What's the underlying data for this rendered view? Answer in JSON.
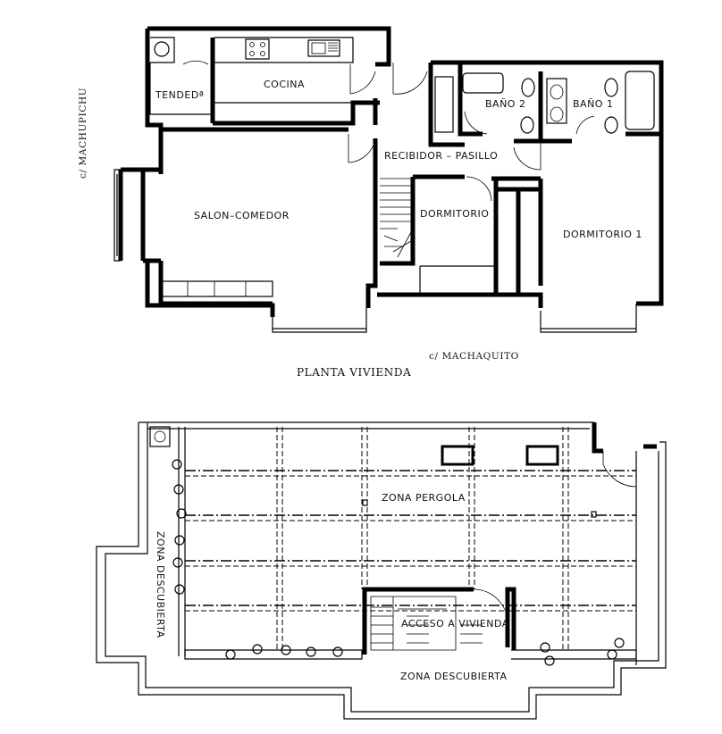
{
  "top_plan": {
    "title": "PLANTA VIVIENDA",
    "street_left": "c/ MACHUPICHU",
    "street_bottom": "c/ MACHAQUITO",
    "rooms": {
      "tendedero": "TENDEDª",
      "cocina": "COCINA",
      "bano2": "BAÑO 2",
      "bano1": "BAÑO 1",
      "recibidor": "RECIBIDOR – PASILLO",
      "salon": "SALON–COMEDOR",
      "dormitorio2": "DORMITORIO 2",
      "dormitorio1": "DORMITORIO 1"
    }
  },
  "bottom_plan": {
    "zona_pergola": "ZONA PERGOLA",
    "zona_descubierta_left": "ZONA DESCUBIERTA",
    "zona_descubierta_bottom": "ZONA DESCUBIERTA",
    "acceso": "ACCESO A VIVIENDA"
  }
}
